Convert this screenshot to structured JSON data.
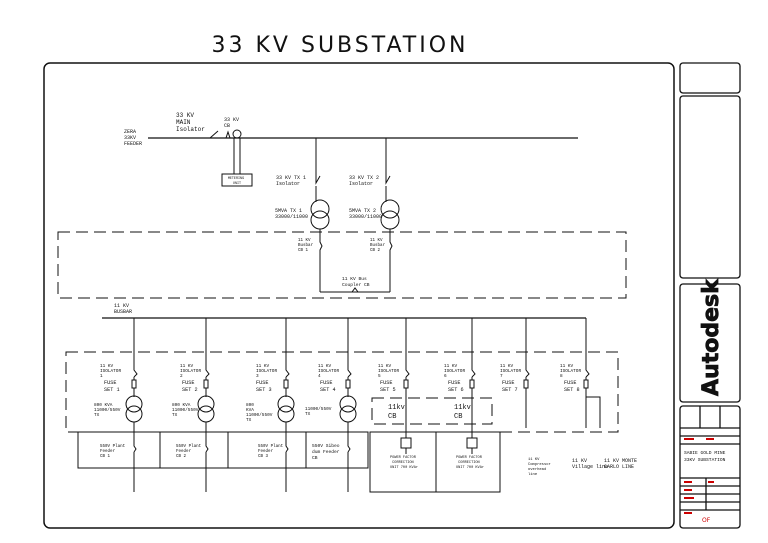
{
  "title": "33 KV SUBSTATION",
  "colors": {
    "ink": "#111111",
    "red": "#cc0000",
    "paper": "#ffffff"
  },
  "brand": "Autodesk",
  "incoming": {
    "feeder": [
      "ZERA",
      "33KV",
      "FEEDER"
    ],
    "main_isolator": [
      "33 KV",
      "MAIN",
      "Isolator"
    ],
    "cb": [
      "33 KV",
      "CB"
    ],
    "metering": [
      "METERING",
      "UNIT"
    ]
  },
  "transformers": [
    {
      "isolator": [
        "33 KV TX 1",
        "Isolator"
      ],
      "rating": [
        "5MVA TX 1",
        "33000/11000"
      ],
      "breaker": [
        "11 KV",
        "Busbar",
        "CB 1"
      ]
    },
    {
      "isolator": [
        "33 KV TX 2",
        "Isolator"
      ],
      "rating": [
        "5MVA TX 2",
        "33000/11000"
      ],
      "breaker": [
        "11 KV",
        "Busbar",
        "CB 2"
      ]
    }
  ],
  "bus_coupler": [
    "11 KV Bus",
    "Coupler CB"
  ],
  "busbar": [
    "11 KV",
    "BUSBAR"
  ],
  "feeders": [
    {
      "isolator": [
        "11 KV",
        "ISOLATOR",
        "1"
      ],
      "fuse": [
        "FUSE",
        "SET 1"
      ],
      "tx": [
        "800 KVA",
        "11000/550V",
        "TX"
      ],
      "load": [
        "550V Plant",
        "Feeder",
        "CB 1"
      ]
    },
    {
      "isolator": [
        "11 KV",
        "ISOLATOR",
        "2"
      ],
      "fuse": [
        "FUSE",
        "SET 2"
      ],
      "tx": [
        "800 KVA",
        "11000/550V",
        "TX"
      ],
      "load": [
        "550V Plant",
        "Feeder",
        "CB 2"
      ]
    },
    {
      "isolator": [
        "11 KV",
        "ISOLATOR",
        "3"
      ],
      "fuse": [
        "FUSE",
        "SET 3"
      ],
      "tx": [
        "800",
        "KVA",
        "11000/550V",
        "TX"
      ],
      "load": [
        "550V Plant",
        "Feeder",
        "CB 3"
      ]
    },
    {
      "isolator": [
        "11 KV",
        "ISOLATOR",
        "4"
      ],
      "fuse": [
        "FUSE",
        "SET 4"
      ],
      "tx": [
        "11000/550V",
        "TX"
      ],
      "load": [
        "550V Sibeo",
        "dum Feeder",
        "CB"
      ]
    },
    {
      "isolator": [
        "11 KV",
        "ISOLATOR",
        "5"
      ],
      "fuse": [
        "FUSE",
        "SET 5"
      ],
      "cb": [
        "11kv",
        "CB"
      ],
      "load": [
        "POWER FACTOR",
        "CORRECTION",
        "UNIT 700 KVAr"
      ]
    },
    {
      "isolator": [
        "11 KV",
        "ISOLATOR",
        "6"
      ],
      "fuse": [
        "FUSE",
        "SET 6"
      ],
      "cb": [
        "11kv",
        "CB"
      ],
      "load": [
        "POWER FACTOR",
        "CORRECTION",
        "UNIT 700 KVAr"
      ]
    },
    {
      "isolator": [
        "11 KV",
        "ISOLATOR",
        "7"
      ],
      "fuse": [
        "FUSE",
        "SET 7"
      ],
      "load": [
        "11 KV",
        "Compressor",
        "overhead",
        "line"
      ]
    },
    {
      "isolator": [
        "11 KV",
        "ISOLATOR",
        "8"
      ],
      "fuse": [
        "FUSE",
        "SET 8"
      ],
      "load": [
        "11 KV",
        "Village line"
      ]
    },
    {
      "load": [
        "11 KV MONTE",
        "CARLO LINE"
      ]
    }
  ],
  "title_block": {
    "project": [
      "SABIE GOLD MINE",
      "33KV SUBSTATION"
    ],
    "sheet": "OF"
  }
}
